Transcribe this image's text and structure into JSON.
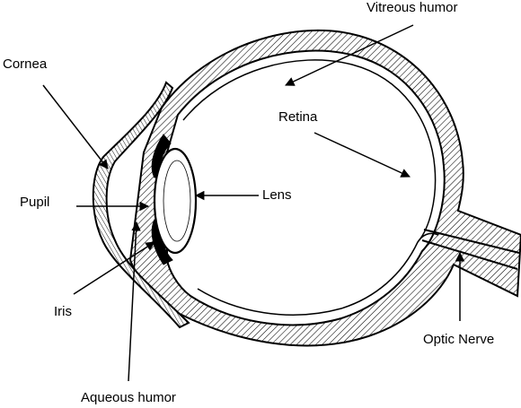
{
  "diagram": {
    "labels": {
      "vitreous_humor": "Vitreous humor",
      "cornea": "Cornea",
      "retina": "Retina",
      "pupil": "Pupil",
      "lens": "Lens",
      "iris": "Iris",
      "optic_nerve": "Optic Nerve",
      "aqueous_humor": "Aqueous humor"
    },
    "colors": {
      "ink": "#000000",
      "background": "#ffffff"
    }
  }
}
